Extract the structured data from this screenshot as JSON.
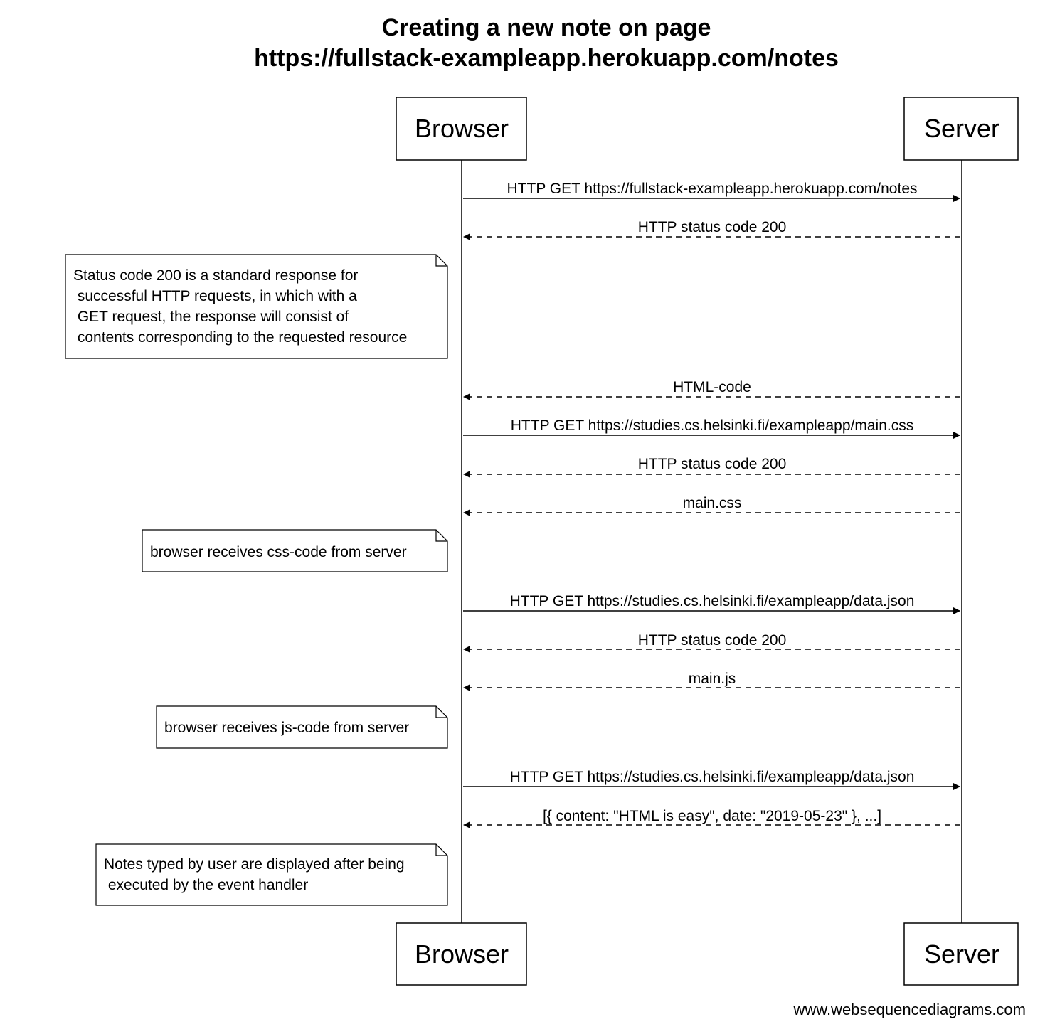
{
  "title": {
    "line1": "Creating a new note on page",
    "line2": "https://fullstack-exampleapp.herokuapp.com/notes"
  },
  "participants": {
    "browser": "Browser",
    "server": "Server"
  },
  "messages": [
    {
      "text": "HTTP GET https://fullstack-exampleapp.herokuapp.com/notes",
      "direction": "to-server",
      "style": "solid"
    },
    {
      "text": "HTTP status code 200",
      "direction": "to-browser",
      "style": "dashed"
    },
    {
      "text": "HTML-code",
      "direction": "to-browser",
      "style": "dashed"
    },
    {
      "text": "HTTP GET https://studies.cs.helsinki.fi/exampleapp/main.css",
      "direction": "to-server",
      "style": "solid"
    },
    {
      "text": "HTTP status code 200",
      "direction": "to-browser",
      "style": "dashed"
    },
    {
      "text": "main.css",
      "direction": "to-browser",
      "style": "dashed"
    },
    {
      "text": "HTTP GET https://studies.cs.helsinki.fi/exampleapp/data.json",
      "direction": "to-server",
      "style": "solid"
    },
    {
      "text": "HTTP status code 200",
      "direction": "to-browser",
      "style": "dashed"
    },
    {
      "text": "main.js",
      "direction": "to-browser",
      "style": "dashed"
    },
    {
      "text": "HTTP GET https://studies.cs.helsinki.fi/exampleapp/data.json",
      "direction": "to-server",
      "style": "solid"
    },
    {
      "text": "[{ content: \"HTML is easy\", date: \"2019-05-23\" }, ...]",
      "direction": "to-browser",
      "style": "dashed"
    }
  ],
  "notes": [
    {
      "lines": [
        "Status code 200 is a standard response for",
        " successful HTTP requests, in which with a",
        " GET request, the response will consist of",
        " contents corresponding to the requested resource"
      ]
    },
    {
      "lines": [
        "browser receives css-code from server"
      ]
    },
    {
      "lines": [
        "browser receives js-code from server"
      ]
    },
    {
      "lines": [
        "Notes typed by user are displayed after being",
        " executed by the event handler"
      ]
    }
  ],
  "footer": "www.websequencediagrams.com"
}
